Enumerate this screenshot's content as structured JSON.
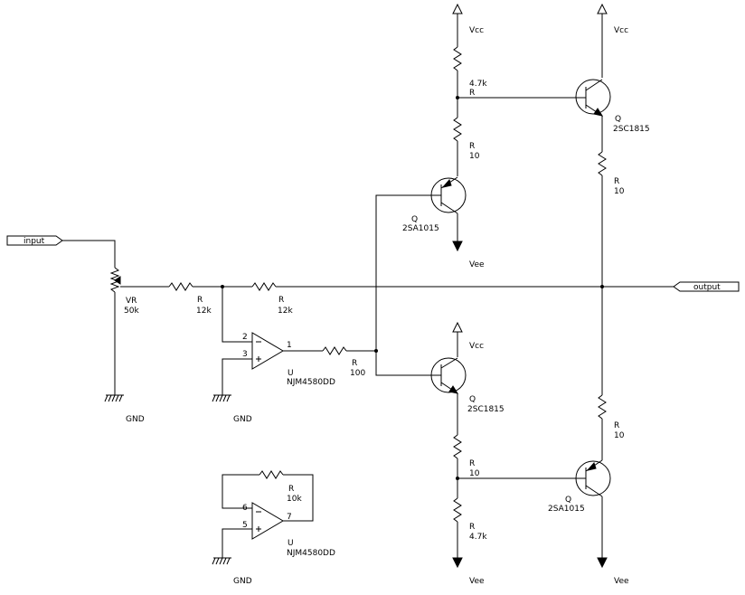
{
  "ports": {
    "input": "input",
    "output": "output"
  },
  "power": {
    "vcc_q1": "Vcc",
    "vcc_q2": "Vcc",
    "vcc_q5": "Vcc",
    "vee_q3": "Vee",
    "vee_q6": "Vee",
    "vee_q4": "Vee"
  },
  "ground": {
    "gnd1": "GND",
    "gnd2": "GND",
    "gnd3": "GND"
  },
  "components": {
    "vr": {
      "ref": "VR",
      "value": "50k"
    },
    "r_in": {
      "ref": "R",
      "value": "12k"
    },
    "r_fb": {
      "ref": "R",
      "value": "12k"
    },
    "r_top_a": {
      "value": "4.7k",
      "ref": "R"
    },
    "r_top_b": {
      "ref": "R",
      "value": "10"
    },
    "r_q2e": {
      "ref": "R",
      "value": "10"
    },
    "r_q4e": {
      "ref": "R",
      "value": "10"
    },
    "r_bot_a": {
      "ref": "R",
      "value": "10"
    },
    "r_bot_b": {
      "ref": "R",
      "value": "4.7k"
    },
    "r_out": {
      "ref": "R",
      "value": "100"
    },
    "r_u2": {
      "ref": "R",
      "value": "10k"
    },
    "q1": {
      "ref": "Q",
      "part": "2SA1015"
    },
    "q2": {
      "ref": "Q",
      "part": "2SC1815"
    },
    "q3": {
      "ref": "Q",
      "part": "2SC1815"
    },
    "q4": {
      "ref": "Q",
      "part": "2SA1015"
    },
    "u1": {
      "ref": "U",
      "part": "NJM4580DD",
      "pin_in_neg": "2",
      "pin_in_pos": "3",
      "pin_out": "1"
    },
    "u2": {
      "ref": "U",
      "part": "NJM4580DD",
      "pin_in_neg": "6",
      "pin_in_pos": "5",
      "pin_out": "7"
    }
  }
}
